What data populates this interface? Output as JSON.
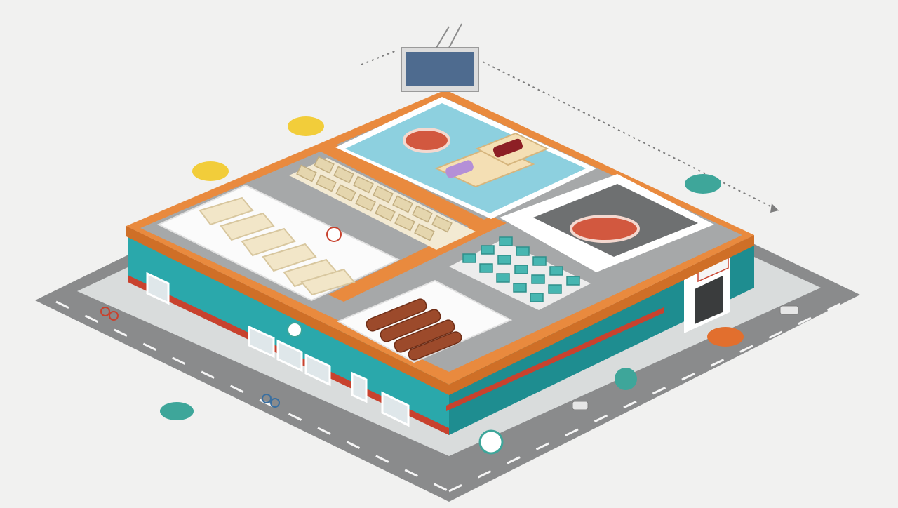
{
  "scene": {
    "type": "isometric-illustration",
    "subject": "supermarket",
    "colors": {
      "background": "#f1f1f0",
      "roof": "#e98a3e",
      "walls": "#2aa8ab",
      "accent_stripe": "#c8422e",
      "road": "#8a8b8c"
    }
  },
  "entrance_sign": "",
  "pins": [
    {
      "name": "yellow-pin-1",
      "color": "#f2cd3a",
      "label": ""
    },
    {
      "name": "yellow-pin-2",
      "color": "#f2cd3a",
      "label": ""
    },
    {
      "name": "teal-pin-1",
      "color": "#3ea69a",
      "label": ""
    },
    {
      "name": "teal-pin-2",
      "color": "#3ea69a",
      "label": ""
    },
    {
      "name": "orange-pin",
      "color": "#e26f2e",
      "label": ""
    }
  ],
  "icons": [
    "tv-monitor-icon",
    "direction-arrow-icon",
    "location-pin-icon",
    "car-icon",
    "bicycle-icon"
  ]
}
